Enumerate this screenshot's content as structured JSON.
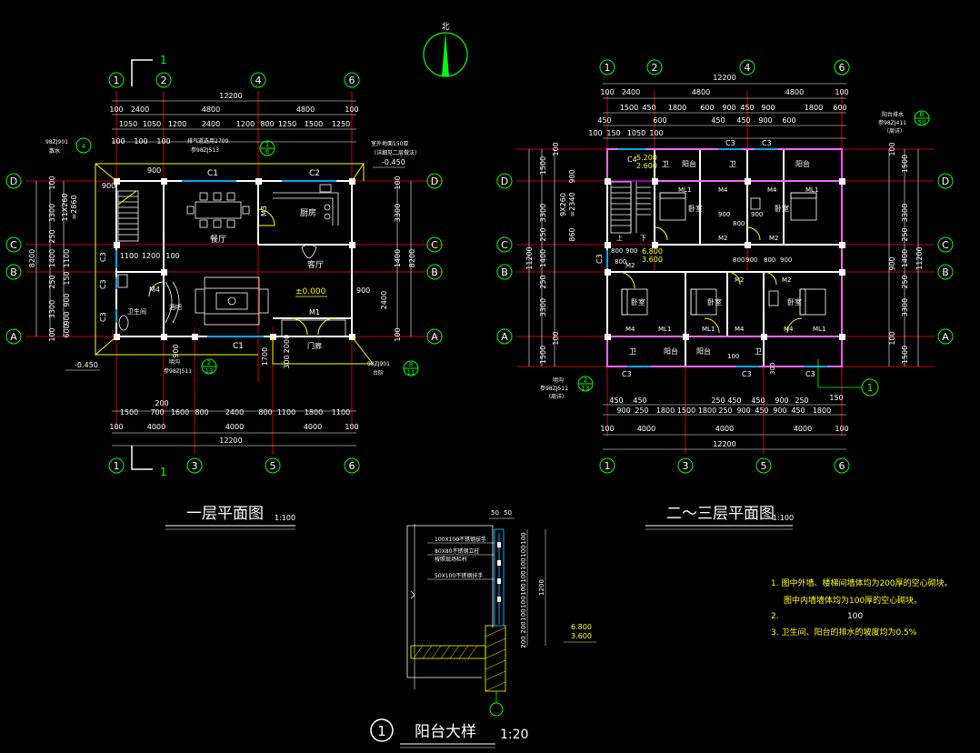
{
  "north": {
    "label": "北"
  },
  "section_mark": "1",
  "plan1": {
    "title": "一层平面图",
    "scale": "1:100",
    "axes_top": [
      "1",
      "2",
      "4",
      "6"
    ],
    "axes_bottom": [
      "1",
      "3",
      "5",
      "6"
    ],
    "axes_left": [
      "D",
      "C",
      "B",
      "A"
    ],
    "axes_right": [
      "D",
      "C",
      "B",
      "A"
    ],
    "dim_total": "12200",
    "dim_top_row1": [
      "100",
      "2400",
      "4800",
      "4800",
      "100"
    ],
    "dim_top_row2": [
      "1050",
      "1050",
      "1200",
      "2400",
      "1200",
      "800",
      "1250",
      "1500",
      "1250"
    ],
    "dim_top_row3": [
      "100",
      "100",
      "100"
    ],
    "dim_bottom_row1": [
      "1500",
      "700",
      "1600",
      "800",
      "2400",
      "800",
      "1100",
      "1800",
      "1100"
    ],
    "dim_bottom_row2": [
      "100",
      "4000",
      "4000",
      "4000",
      "100"
    ],
    "dim_bottom_extra": "200",
    "dim_left": [
      "100",
      "3300",
      "250",
      "1400",
      "250",
      "3300",
      "100"
    ],
    "dim_left_inner": [
      "11X260",
      "=2860",
      "1100",
      "150",
      "900",
      "900",
      "600"
    ],
    "dim_left_total": "8200",
    "dim_right": [
      "100",
      "3300",
      "1400",
      "2400",
      "100"
    ],
    "dim_right_total": "8200",
    "windows": [
      "C1",
      "C2",
      "C1",
      "C3",
      "C3",
      "C3"
    ],
    "doors": [
      "M3",
      "M4",
      "M1"
    ],
    "rooms": {
      "dining": "餐厅",
      "kitchen": "厨房",
      "living": "客厅",
      "wc": "卫生间",
      "bar": "酒吧",
      "porch": "门廊"
    },
    "elev_zero": "±0.000",
    "elev_out": "-0.450",
    "elev_out2": "-0.450",
    "inner_dims": [
      "1100",
      "1200",
      "100",
      "900",
      "900",
      "2000",
      "1700",
      "300",
      "900",
      "900"
    ],
    "notes": {
      "ref1_a": "98ZJ901",
      "ref1_b": "散水",
      "ref1_num": "4",
      "ref2_a": "排气道选用2700",
      "ref2_b": "参98ZJ513",
      "ref2_num": "1",
      "ref2_den": "6",
      "ref3_a": "室外地面150厚",
      "ref3_b": "（详细见二层做法）",
      "ref4_a": "明沟",
      "ref4_b": "参98ZJ511",
      "ref4_num": "2",
      "ref4_den": "13",
      "ref5_a": "98ZJ901",
      "ref5_b": "台阶",
      "ref5_num": "8",
      "ref5_den": "11"
    }
  },
  "plan2": {
    "title": "二～三层平面图",
    "scale": "1:100",
    "axes_top": [
      "1",
      "2",
      "4",
      "6"
    ],
    "axes_bottom": [
      "1",
      "3",
      "5",
      "6"
    ],
    "axes_left": [
      "D",
      "C",
      "B",
      "A"
    ],
    "axes_right": [
      "D",
      "C",
      "B",
      "A"
    ],
    "dim_total": "12200",
    "dim_top_row1": [
      "100",
      "2400",
      "4800",
      "4800",
      "100"
    ],
    "dim_top_row2": [
      "1500",
      "450",
      "1800",
      "600",
      "900",
      "450",
      "900",
      "1800",
      "600"
    ],
    "dim_top_row2b": [
      "450",
      "600",
      "450",
      "450",
      "900",
      "600"
    ],
    "dim_top_row3": [
      "100",
      "150",
      "1050",
      "100"
    ],
    "dim_bottom_row1": [
      "450",
      "450",
      "250",
      "450",
      "450",
      "900",
      "250"
    ],
    "dim_bottom_row2": [
      "900",
      "250",
      "1800",
      "1500",
      "1800",
      "250",
      "900",
      "450",
      "900",
      "450",
      "1800"
    ],
    "dim_bottom_row3": [
      "100",
      "4000",
      "4000",
      "4000",
      "100"
    ],
    "dim_bottom_extra": "150",
    "dim_left": [
      "1500",
      "100",
      "3300",
      "250",
      "1400",
      "250",
      "3300",
      "100",
      "1500"
    ],
    "dim_left_inner": [
      "9X260",
      "=2340",
      "860",
      "900"
    ],
    "dim_left_total": "11200",
    "dim_right": [
      "1500",
      "100",
      "3300",
      "250",
      "1400",
      "900",
      "250",
      "3300",
      "100",
      "1500"
    ],
    "dim_right_total": "11200",
    "windows": [
      "C4",
      "C3",
      "C3",
      "C3",
      "C3",
      "C3",
      "C3"
    ],
    "doors": [
      "ML1",
      "M4",
      "M4",
      "ML1",
      "M2",
      "M2",
      "M2",
      "M2",
      "M2",
      "M4",
      "ML1",
      "ML1",
      "M4",
      "M4",
      "ML1"
    ],
    "rooms": {
      "balcony": "阳台",
      "bedroom": "卧室",
      "wc": "卫"
    },
    "elev_a": "5.200",
    "elev_b": "2.600",
    "elev_c": "6.800",
    "elev_d": "3.600",
    "inner_dims": [
      "800",
      "900",
      "800",
      "900",
      "800",
      "900",
      "800",
      "900",
      "900",
      "800",
      "100",
      "300"
    ],
    "notes": {
      "ref1_a": "阳台排水",
      "ref1_b": "参98ZJ411",
      "ref1_c": "（周详）",
      "ref1_num": "B",
      "ref1_den": "50",
      "ref2_a": "明沟",
      "ref2_b": "参98ZJ511",
      "ref2_c": "（周详）",
      "ref2_num": "2",
      "ref2_den": "13",
      "ref3": "1",
      "stair_up": "上",
      "stair_down": "下"
    }
  },
  "detail": {
    "title": "阳台大样",
    "scale": "1:20",
    "num": "1",
    "top_dims": [
      "50",
      "50"
    ],
    "labels": [
      "100X100不锈钢扶手",
      "80X80不锈钢立柱",
      "按照现场栏杆",
      "50X100不锈钢扶手"
    ],
    "right_dims": [
      "100",
      "100",
      "100",
      "100",
      "100",
      "100",
      "100",
      "200",
      "200"
    ],
    "total_dim": "1200",
    "elev_a": "6.800",
    "elev_b": "3.600"
  },
  "notes": {
    "n1": "1. 图中外墙、楼梯间墙体均为200厚的空心砌块。",
    "n1b": "图中内墙墙体均为100厚的空心砌块。",
    "n2": "2.",
    "n2b": "100",
    "n3": "3. 卫生间、阳台的排水的坡度均为0.5%"
  },
  "colors": {
    "grid": "#ff0000",
    "wall": "#ffffff",
    "dim": "#ffffff",
    "axis": "#00ff00",
    "text_yellow": "#ffff00",
    "magenta": "#ff00ff",
    "fixture": "#ffffff",
    "accent_yellow": "#ffff00"
  }
}
